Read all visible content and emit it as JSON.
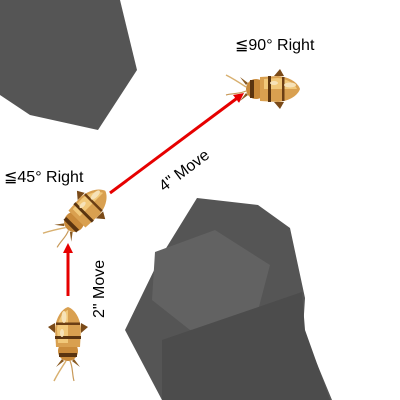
{
  "labels": {
    "turn_90": "≦90° Right",
    "turn_45": "≦45° Right",
    "move_4": "4\" Move",
    "move_2": "2\" Move"
  },
  "colors": {
    "background": "#ffffff",
    "terrain": "#555555",
    "terrain_highlight": "#626262",
    "terrain_shadow": "#4c4c4c",
    "arrow": "#e60000",
    "ship_body": "#c98a3a",
    "ship_dark": "#5a3410",
    "ship_light": "#f6e2b8"
  },
  "ships": [
    {
      "name": "ship-start",
      "heading": "up"
    },
    {
      "name": "ship-mid",
      "heading": "up-right 45"
    },
    {
      "name": "ship-end",
      "heading": "right"
    }
  ]
}
